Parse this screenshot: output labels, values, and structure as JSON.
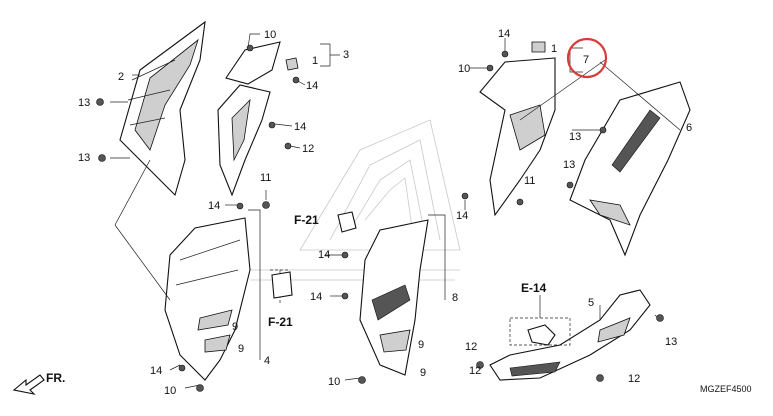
{
  "diagram": {
    "code": "MGZEF4500",
    "front_label": "FR.",
    "refs": {
      "e14": "E-14",
      "f21_top": "F-21",
      "f21_bottom": "F-21"
    },
    "callouts": {
      "c2": "2",
      "c3": "3",
      "c1a": "1",
      "c10a": "10",
      "c14a": "14",
      "c13a": "13",
      "c13b": "13",
      "c14b": "14",
      "c12a": "12",
      "c11a": "11",
      "c14c": "14",
      "c14d": "14",
      "c10b": "10",
      "c1b": "1",
      "c7": "7",
      "c6": "6",
      "c13c": "13",
      "c13d": "13",
      "c11b": "11",
      "c14e": "14",
      "c14f": "14",
      "c14g": "14",
      "c8": "8",
      "c9a": "9",
      "c9b": "9",
      "c4": "4",
      "c14h": "14",
      "c10c": "10",
      "c9c": "9",
      "c9d": "9",
      "c10d": "10",
      "c5": "5",
      "c13e": "13",
      "c12b": "12",
      "c12c": "12",
      "c12d": "12"
    },
    "highlight_color": "#d93a3a"
  }
}
